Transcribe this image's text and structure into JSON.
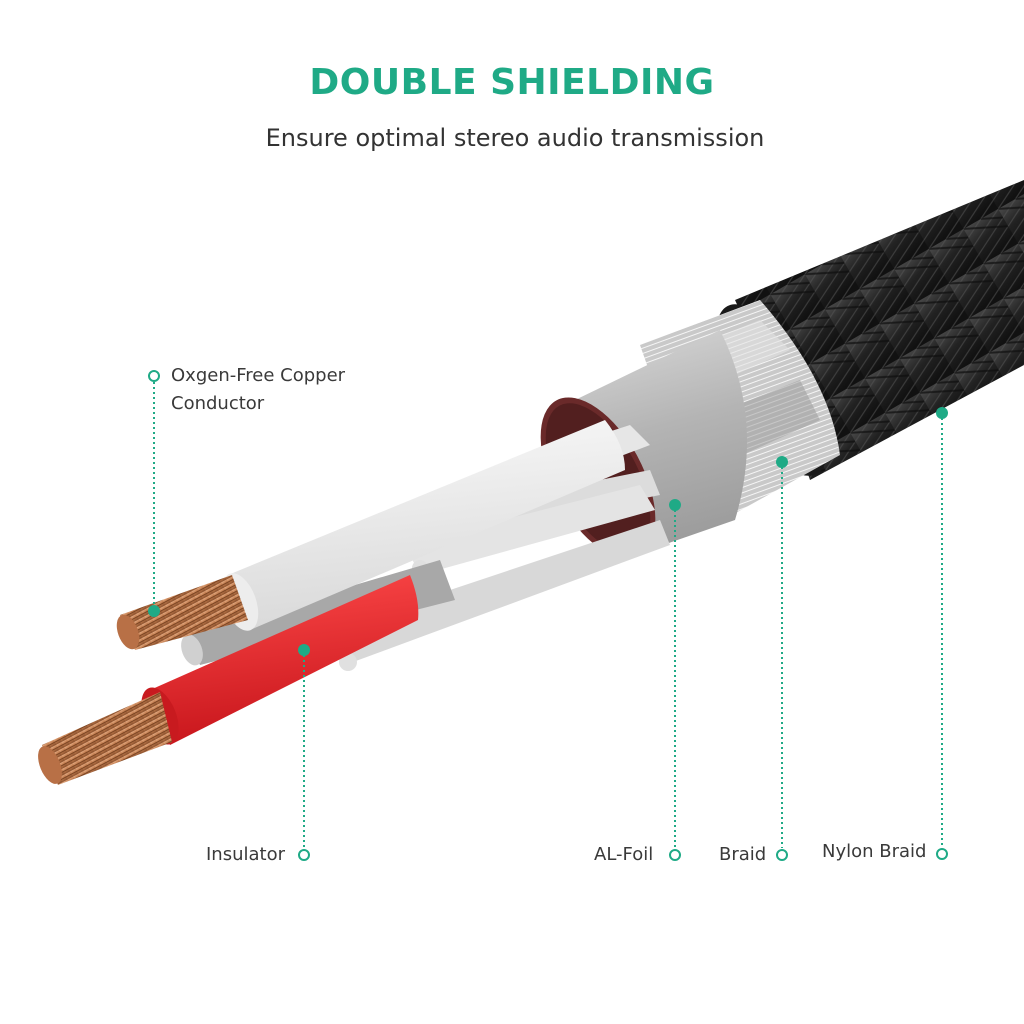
{
  "header": {
    "title": "DOUBLE SHIELDING",
    "subtitle": "Ensure optimal stereo audio transmission"
  },
  "colors": {
    "accent": "#1faa86",
    "text": "#333333",
    "insulator_red": "#e8262b",
    "copper": "#c98a5a",
    "foil": "#b8b8b8",
    "nylon_braid": "#2a2a2a"
  },
  "callouts": [
    {
      "id": "copper",
      "line1": "Oxgen-Free Copper",
      "line2": "Conductor"
    },
    {
      "id": "insulator",
      "label": "Insulator"
    },
    {
      "id": "al-foil",
      "label": "AL-Foil"
    },
    {
      "id": "braid",
      "label": "Braid"
    },
    {
      "id": "nylon-braid",
      "label": "Nylon Braid"
    }
  ]
}
